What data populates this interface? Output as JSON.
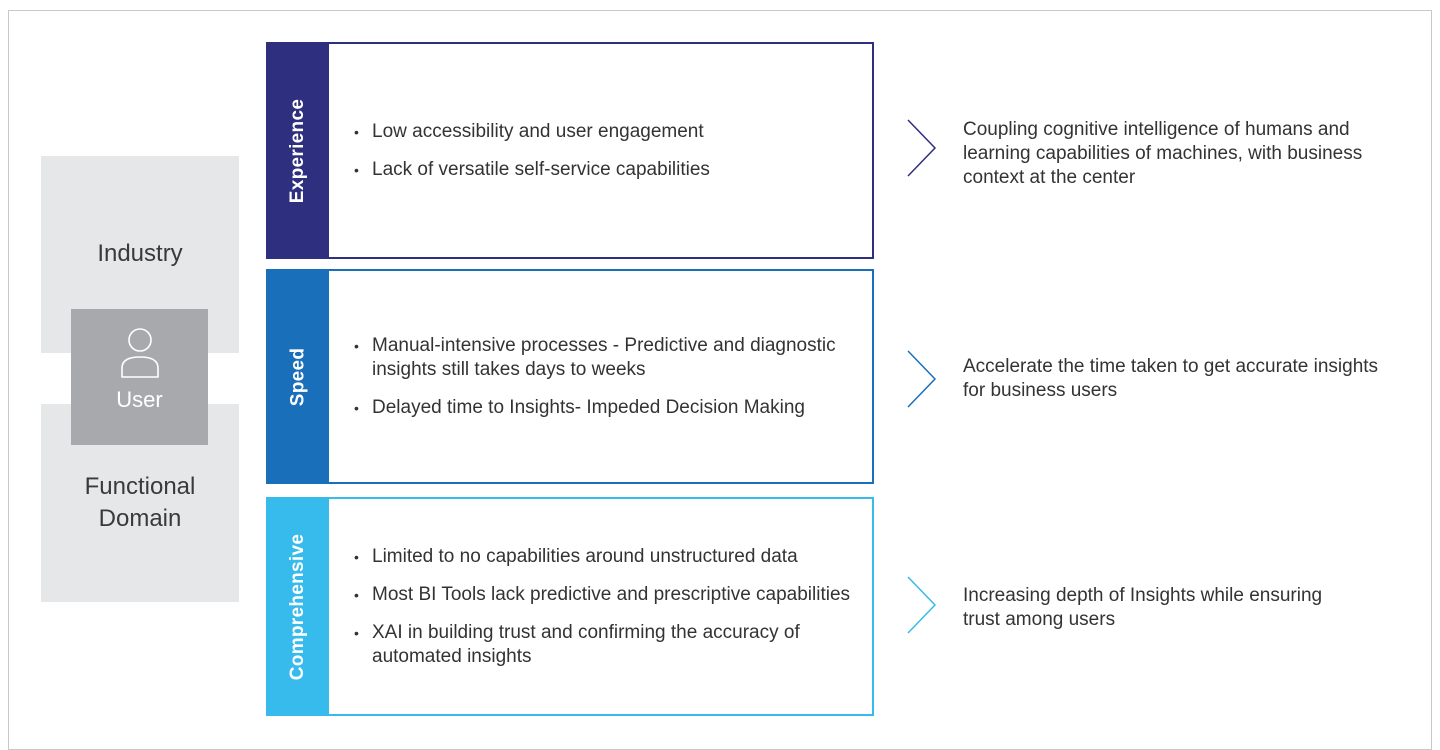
{
  "left": {
    "industry_label": "Industry",
    "user_label": "User",
    "functional_label": "Functional Domain"
  },
  "rows": [
    {
      "tab_label": "Experience",
      "color": "#2e2f7f",
      "items": [
        "Low accessibility and user engagement",
        "Lack of versatile self-service capabilities"
      ],
      "outcome": "Coupling cognitive intelligence of humans and learning capabilities of machines, with business context at the center"
    },
    {
      "tab_label": "Speed",
      "color": "#1a6fba",
      "items": [
        "Manual-intensive processes - Predictive and diagnostic insights still takes days to weeks",
        "Delayed time to Insights- Impeded Decision Making"
      ],
      "outcome": "Accelerate the time taken to get accurate insights for business users"
    },
    {
      "tab_label": "Comprehensive",
      "color": "#36bbec",
      "items": [
        "Limited to no capabilities around unstructured data",
        "Most BI Tools lack predictive and prescriptive capabilities",
        "XAI in building trust and confirming the accuracy of automated insights"
      ],
      "outcome": "Increasing depth of  Insights while ensuring trust among users"
    }
  ],
  "icons": {
    "user": "user-icon",
    "arrow": "chevron-right-icon"
  }
}
